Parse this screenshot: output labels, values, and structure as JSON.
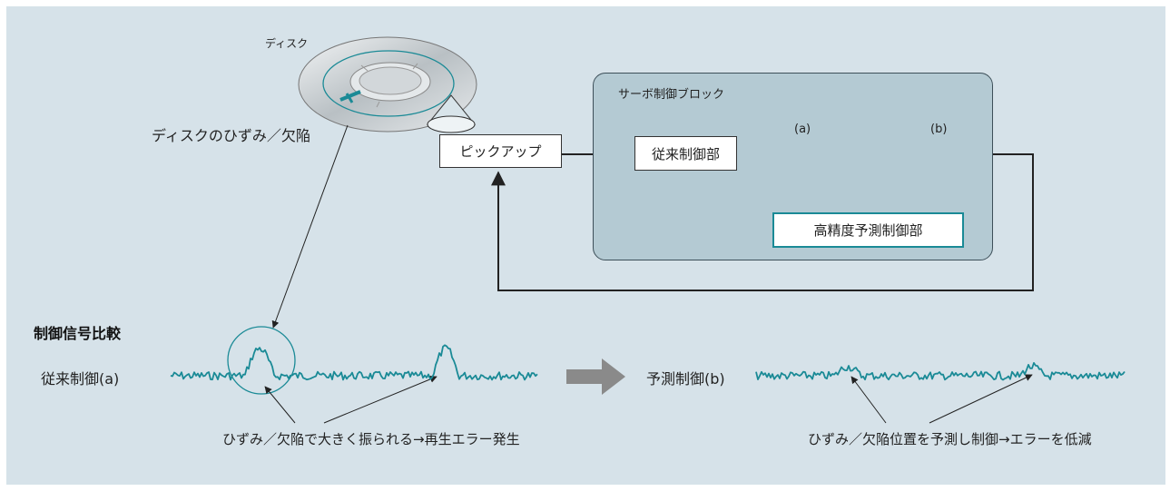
{
  "disk": {
    "label": "ディスク",
    "defect_label": "ディスクのひずみ／欠陥"
  },
  "servo_block": {
    "title": "サーボ制御ブロック"
  },
  "boxes": {
    "pickup": "ピックアップ",
    "conventional": "従来制御部",
    "predictive": "高精度予測制御部"
  },
  "points": {
    "a": "(a)",
    "b": "(b)"
  },
  "comparison": {
    "title": "制御信号比較",
    "conventional_label": "従来制御(a)",
    "predictive_label": "予測制御(b)",
    "conventional_note": "ひずみ／欠陥で大きく振られる→再生エラー発生",
    "predictive_note": "ひずみ／欠陥位置を予測し制御→エラーを低減"
  },
  "colors": {
    "background": "#d6e2e9",
    "servo_block": "#b4cad3",
    "teal": "#1a8a96",
    "arrow_gray": "#8a8a8a"
  }
}
